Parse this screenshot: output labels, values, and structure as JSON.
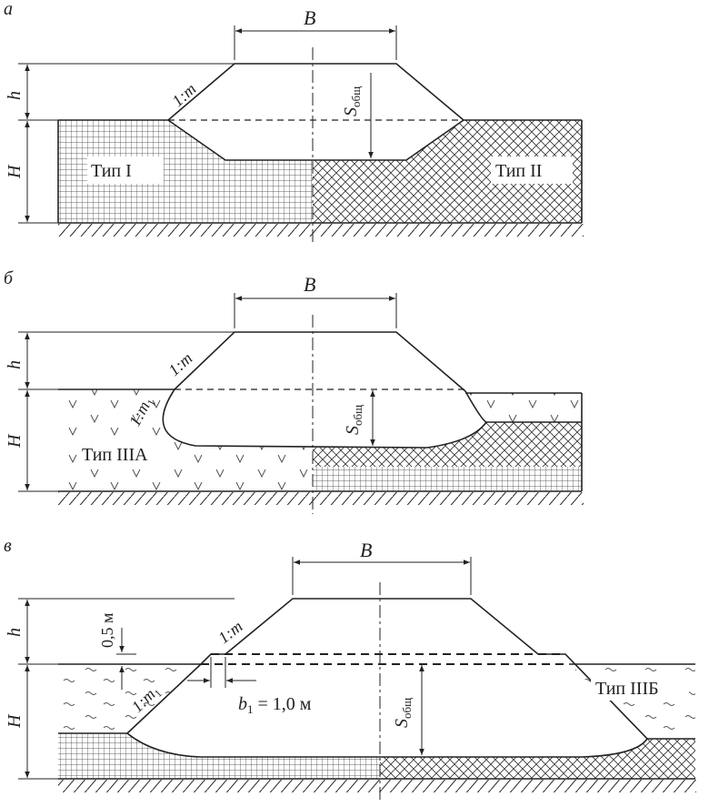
{
  "figure": {
    "panels": [
      {
        "id": "a",
        "letter": "а",
        "width_label": "B",
        "height_label": "h",
        "depth_label": "H",
        "slope_label": "1:m",
        "settlement_label": "S",
        "settlement_sub": "общ",
        "type_left": "Тип I",
        "type_right": "Тип II"
      },
      {
        "id": "b",
        "letter": "б",
        "width_label": "B",
        "height_label": "h",
        "depth_label": "H",
        "slope_label": "1:m",
        "slope2_label": "1:m",
        "slope2_sub": "1",
        "settlement_label": "S",
        "settlement_sub": "общ",
        "type_left": "Тип IIIА"
      },
      {
        "id": "c",
        "letter": "в",
        "width_label": "B",
        "height_label": "h",
        "depth_label": "H",
        "slope_label": "1:m",
        "slope2_label": "1:m",
        "slope2_sub": "1",
        "settlement_label": "S",
        "settlement_sub": "общ",
        "offset_label": "0,5 м",
        "berm_label_b": "b",
        "berm_label_sub": "1",
        "berm_label_value": " = 1,0 м",
        "type_right": "Тип IIIБ"
      }
    ]
  },
  "colors": {
    "line": "#222222",
    "background": "#ffffff"
  }
}
